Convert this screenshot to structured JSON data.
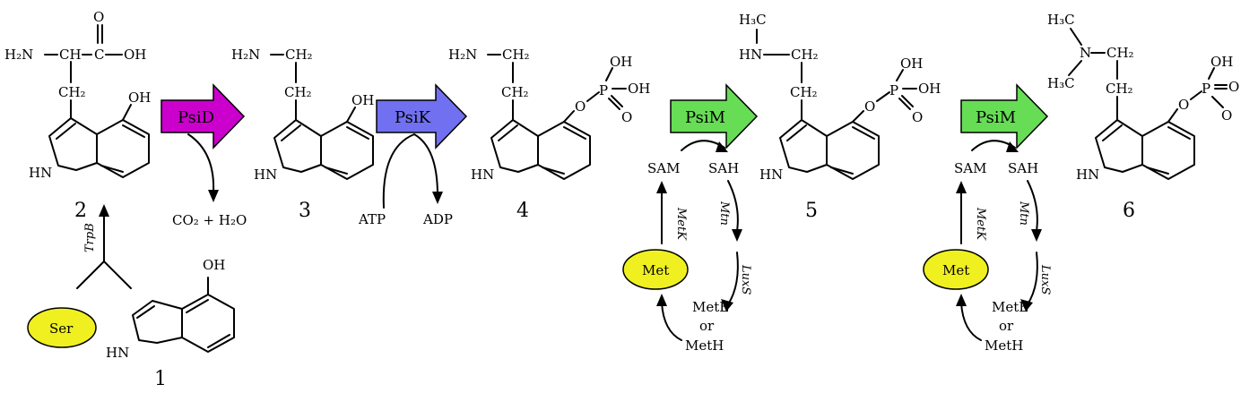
{
  "compounds": {
    "c1": "1",
    "c2": "2",
    "c3": "3",
    "c4": "4",
    "c5": "5",
    "c6": "6"
  },
  "enzymes": {
    "psid": "PsiD",
    "psik": "PsiK",
    "psim1": "PsiM",
    "psim2": "PsiM",
    "trpb": "TrpB"
  },
  "metabolites": {
    "ser": "Ser",
    "met1": "Met",
    "met2": "Met",
    "co2_h2o": "CO₂ + H₂O",
    "atp": "ATP",
    "adp": "ADP",
    "sam1": "SAM",
    "sah1": "SAH",
    "sam2": "SAM",
    "sah2": "SAH",
    "mete1": "MetE",
    "or1": "or",
    "meth1": "MetH",
    "mete2": "MetE",
    "or2": "or",
    "meth2": "MetH"
  },
  "cycle_enzymes": {
    "metk1": "MetK",
    "mtn1": "Mtn",
    "luxs1": "LuxS",
    "metk2": "MetK",
    "mtn2": "Mtn",
    "luxs2": "LuxS"
  },
  "atoms": {
    "oh": "OH",
    "o": "O",
    "p": "P",
    "hn": "HN",
    "n": "N",
    "h2n": "H₂N",
    "ch2": "CH₂",
    "ch": "CH",
    "c": "C",
    "h3c": "H₃C",
    "hnh": "HN"
  },
  "colors": {
    "psid": "#cc00cc",
    "psik": "#7070f0",
    "psim": "#66dd55",
    "ellipse": "#f0f020"
  }
}
